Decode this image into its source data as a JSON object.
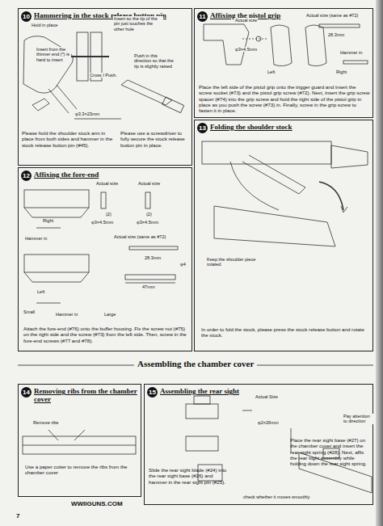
{
  "diagram": {
    "title": "Assembling the chamber cover",
    "nodes": [
      {
        "text": [
          "10",
          "Hammering in the stock release button pin",
          "Please hold the shoulder stock arm in place from both sides and hammer in the stock release button pin (#45).",
          "Please use a screwdriver to fully secure the stock release button pin in place."
        ]
      },
      {
        "text": [
          "11",
          "Affixing the pistol grip",
          "Place the left side of the pistol grip onto the trigger guard and insert the screw socket (#73) and the pistol grip screw (#72). Next, insert the grip screw spacer (#74) into the grip screw and hold the right side of the pistol grip in place as you push the screw (#73) in. Finally, screw in the grip screw to fasten it in place."
        ]
      },
      {
        "text": [
          "12",
          "Affixing the fore-end",
          "Attach the fore-end (#76) onto the buffer housing. Fix the screw nut (#75) on the right side and the screw (#73) from the left side. Then, screw in the fore-end screws (#77 and #78)."
        ]
      },
      {
        "text": [
          "13",
          "Folding the shoulder stock",
          "In order to fold the stock, please press the stock release button and rotate the stock."
        ]
      },
      {
        "text": [
          "14",
          "Removing ribs from the chamber cover",
          "Use a paper cutter to remove the ribs from the chamber cover"
        ]
      },
      {
        "text": [
          "15",
          "Assembling the rear sight",
          "Slide the rear sight blade (#24) into the rear sight base (#26) and hammer in the rear sight pin (#25).",
          "Place the rear sight base (#27) on the chamber cover and insert the rear sight spring (#28). Next, affix the rear sight assembly while holding down the rear sight spring."
        ]
      }
    ],
    "labels": [
      "Hold in place",
      "Insert so the tip of the pin just touches the other hole",
      "Insert from the thinner end (*) is hard to insert",
      "Cross I Push.",
      "Push in this direction so that the tip is slightly raised",
      "φ3.3×23mm",
      "Actual size (same as #72)",
      "28.3mm",
      "Hammer in",
      "Actual size",
      "φ3×4.5mm",
      "Left",
      "Right",
      "Actual size",
      "(2)",
      "φ3×4.5mm",
      "Actual size",
      "(2)",
      "φ3×4.5mm",
      "Actual size (same as #72)",
      "28.3mm",
      "φ4",
      "47mm",
      "Right",
      "Hammer in",
      "Left",
      "Small",
      "Hammer in",
      "Large",
      "Keep the shoulder piece rotated",
      "Remove ribs",
      "Actual Size",
      "φ2×26mm",
      "Pay attention to direction",
      "check whether it moves smoothly",
      "WWIIGUNS.COM",
      "7"
    ]
  }
}
